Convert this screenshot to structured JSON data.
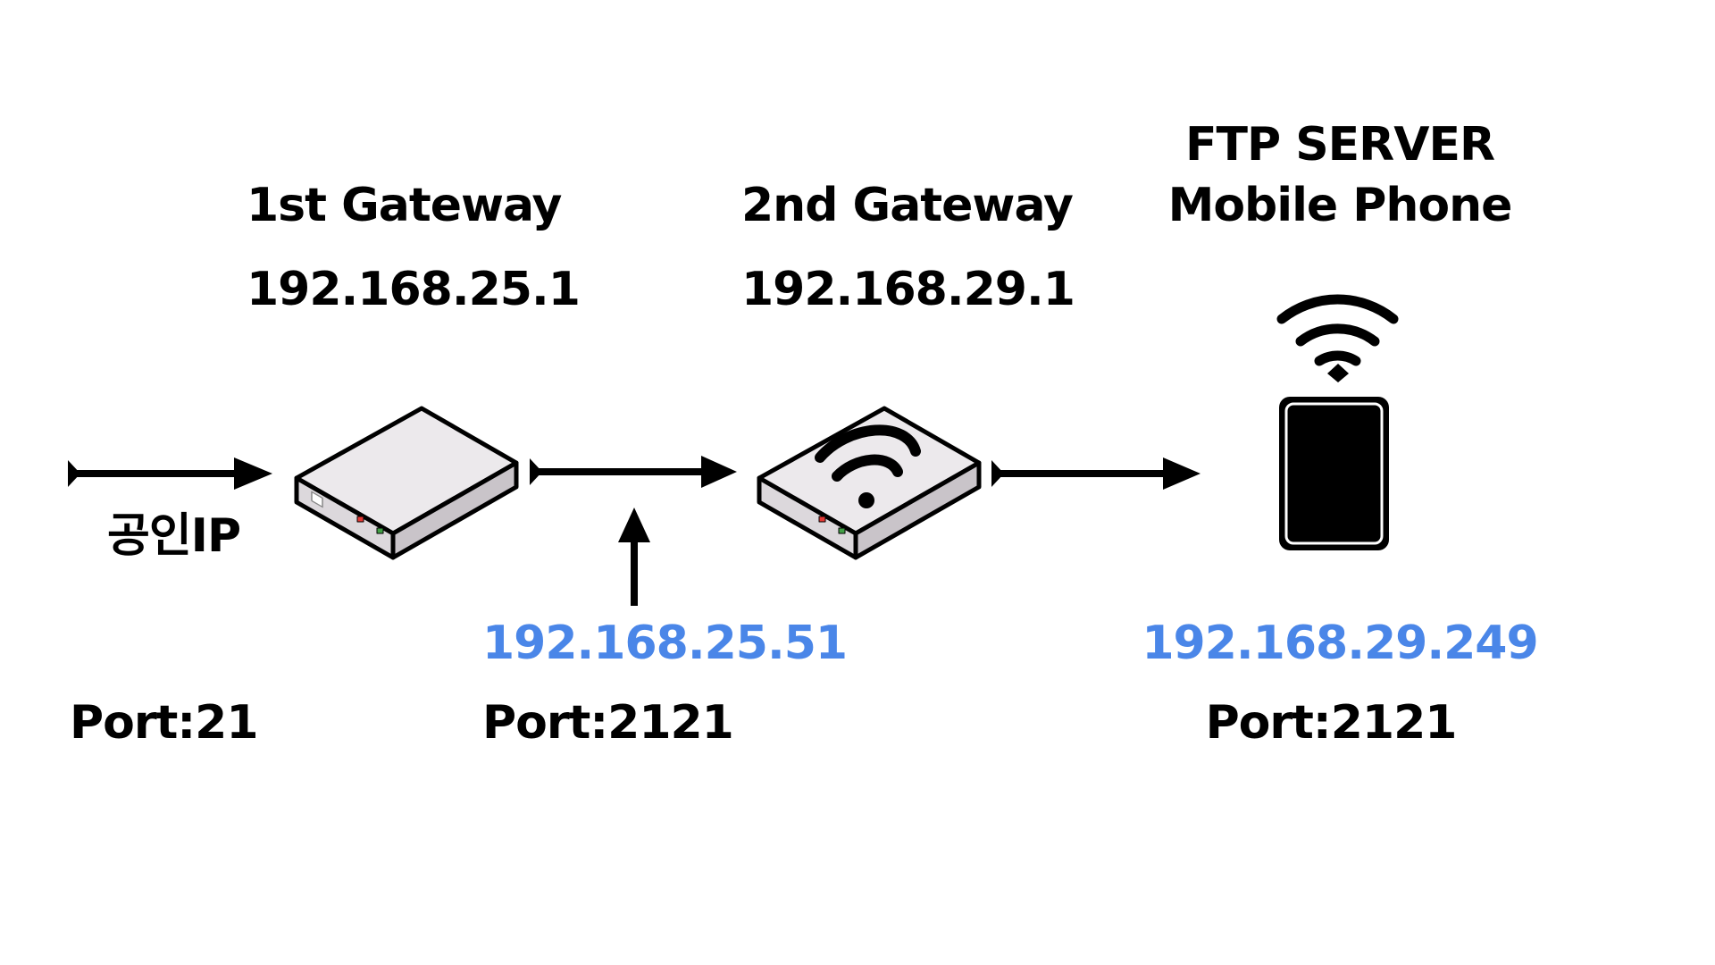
{
  "colors": {
    "text": "#000000",
    "ip_highlight": "#4a86e8",
    "device_body": "#e2dfe2",
    "device_outline": "#000000",
    "led_red": "#e53935",
    "led_green": "#43a047"
  },
  "public_ip": {
    "label": "공인IP",
    "port": "Port:21"
  },
  "gateway1": {
    "title": "1st Gateway",
    "ip": "192.168.25.1",
    "icon": "router-icon"
  },
  "link": {
    "ip": "192.168.25.51",
    "port": "Port:2121"
  },
  "gateway2": {
    "title": "2nd Gateway",
    "ip": "192.168.29.1",
    "icon": "wifi-router-icon"
  },
  "server": {
    "title_line1": "FTP SERVER",
    "title_line2": "Mobile Phone",
    "ip": "192.168.29.249",
    "port": "Port:2121",
    "icons": [
      "wifi-signal-icon",
      "mobile-phone-icon"
    ]
  }
}
